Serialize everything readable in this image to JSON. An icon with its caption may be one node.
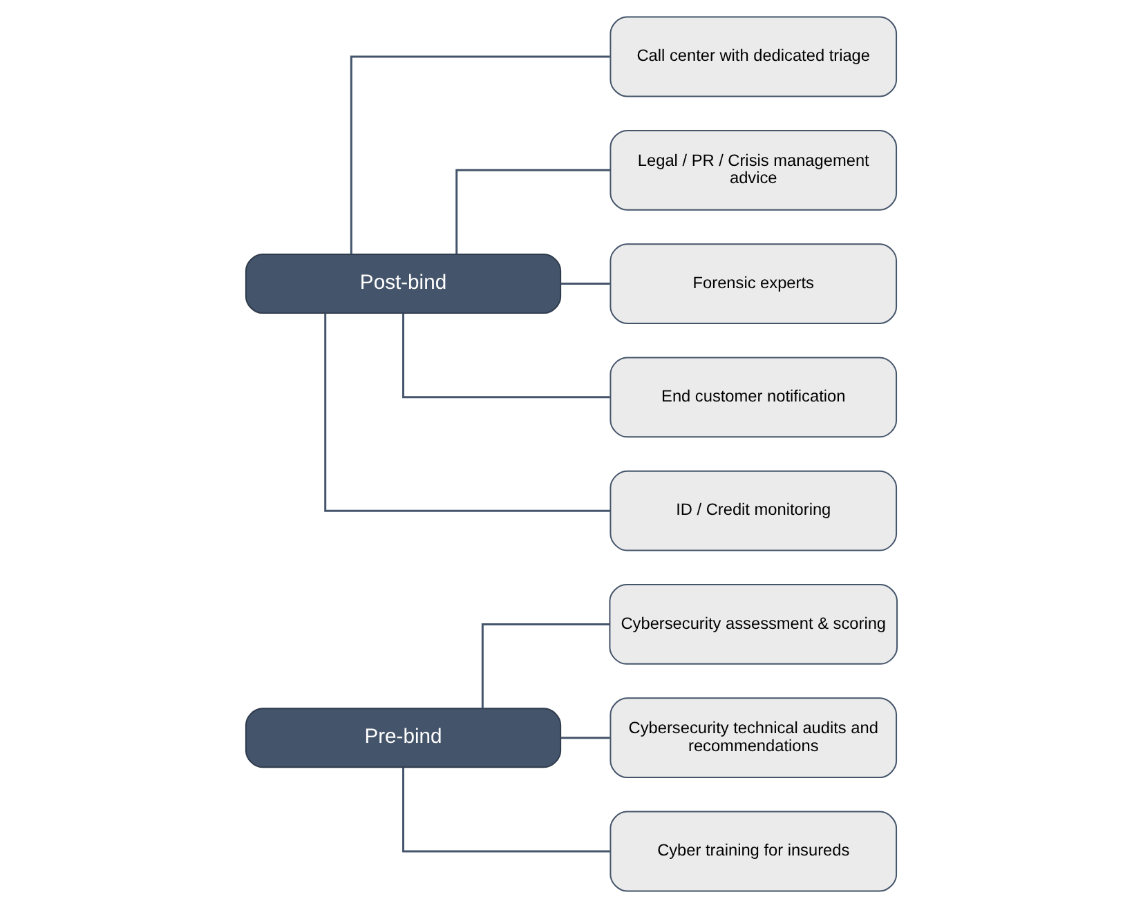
{
  "diagram": {
    "nodes": [
      {
        "text": [
          "Pre-bind"
        ]
      },
      {
        "text": [
          "Cybersecurity assessment & scoring"
        ]
      },
      {
        "text": [
          "Cybersecurity technical audits and recommendations"
        ]
      },
      {
        "text": [
          "Cyber training for insureds"
        ]
      },
      {
        "text": [
          "Post-bind"
        ]
      },
      {
        "text": [
          "Call center with dedicated triage"
        ]
      },
      {
        "text": [
          "Legal / PR / Crisis management advice"
        ]
      },
      {
        "text": [
          "Forensic experts"
        ]
      },
      {
        "text": [
          "End customer notification"
        ]
      },
      {
        "text": [
          "ID / Credit monitoring"
        ]
      }
    ],
    "edges": [
      {
        "from": 0,
        "to": 1,
        "arrow": "none"
      },
      {
        "from": 0,
        "to": 2,
        "arrow": "none"
      },
      {
        "from": 0,
        "to": 3,
        "arrow": "none"
      },
      {
        "from": 4,
        "to": 5,
        "arrow": "none"
      },
      {
        "from": 4,
        "to": 6,
        "arrow": "none"
      },
      {
        "from": 4,
        "to": 7,
        "arrow": "none"
      },
      {
        "from": 4,
        "to": 8,
        "arrow": "none"
      },
      {
        "from": 4,
        "to": 9,
        "arrow": "none"
      }
    ]
  }
}
